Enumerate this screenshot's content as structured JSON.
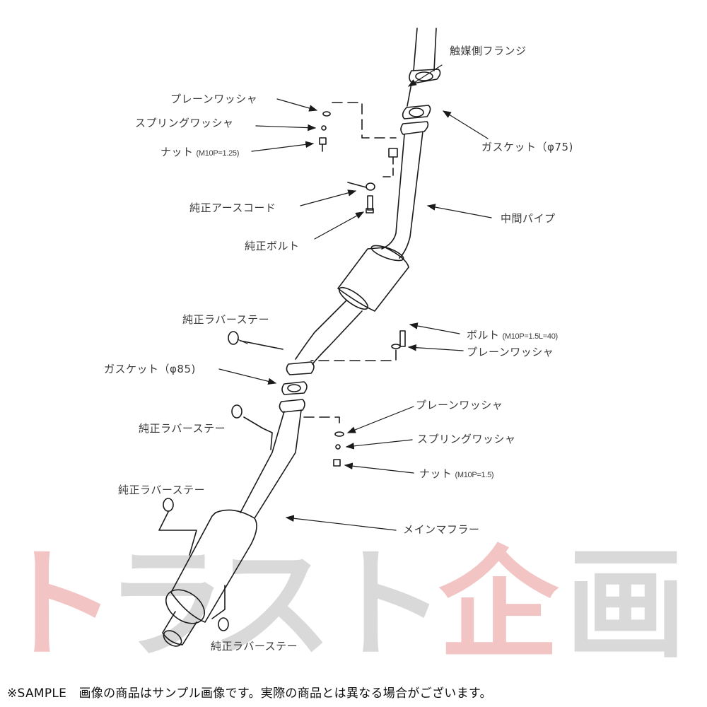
{
  "diagram": {
    "type": "exhaust-system-parts-exploded-view",
    "labels": {
      "cat_flange": "触媒側フランジ",
      "plain_washer_1": "プレーンワッシャ",
      "spring_washer_1": "スプリングワッシャ",
      "nut_1": "ナット",
      "nut_1_spec": "(M10P=1.25)",
      "gasket_75": "ガスケット（φ75)",
      "earth_cord": "純正アースコード",
      "mid_pipe": "中間パイプ",
      "oem_bolt": "純正ボルト",
      "rubber_stay_1": "純正ラバーステー",
      "bolt_2": "ボルト",
      "bolt_2_spec": "(M10P=1.5L=40)",
      "plain_washer_2": "プレーンワッシャ",
      "gasket_85": "ガスケット（φ85)",
      "plain_washer_3": "プレーンワッシャ",
      "rubber_stay_2": "純正ラバーステー",
      "spring_washer_3": "スプリングワッシャ",
      "nut_3": "ナット",
      "nut_3_spec": "(M10P=1.5)",
      "rubber_stay_3": "純正ラバーステー",
      "main_muffler": "メインマフラー",
      "rubber_stay_4": "純正ラバーステー"
    }
  },
  "watermark": {
    "chars": [
      "ト",
      "ラ",
      "ス",
      "ト",
      "企",
      "画"
    ],
    "colors": [
      "#f3c4c4",
      "#d9d9d9",
      "#d9d9d9",
      "#d9d9d9",
      "#f3c4c4",
      "#d9d9d9"
    ]
  },
  "footer": {
    "notice": "※SAMPLE　画像の商品はサンプル画像です。実際の商品とは異なる場合がございます。"
  }
}
